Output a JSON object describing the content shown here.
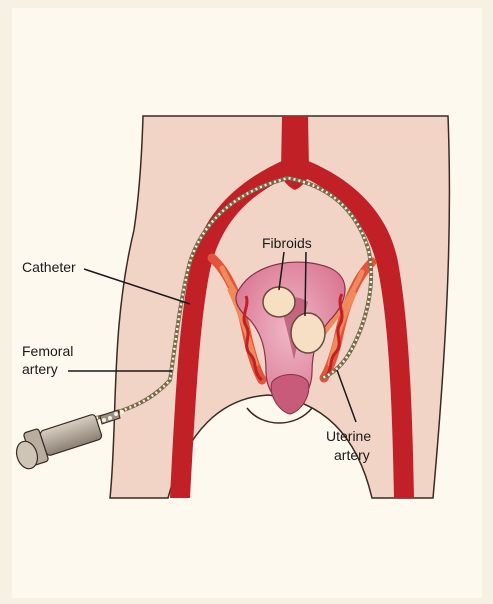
{
  "labels": {
    "fibroids": "Fibroids",
    "catheter": "Catheter",
    "femoral_line1": "Femoral",
    "femoral_line2": "artery",
    "uterine_line1": "Uterine",
    "uterine_line2": "artery"
  },
  "colors": {
    "background": "#fdf9ee",
    "skin": "#f2d4c6",
    "skin_outline": "#3a2a22",
    "artery": "#c02026",
    "artery_dark": "#8f1418",
    "uterus": "#e08aa4",
    "fibroid": "#f6dfc2",
    "catheter_bead": "#f4f0e2"
  }
}
